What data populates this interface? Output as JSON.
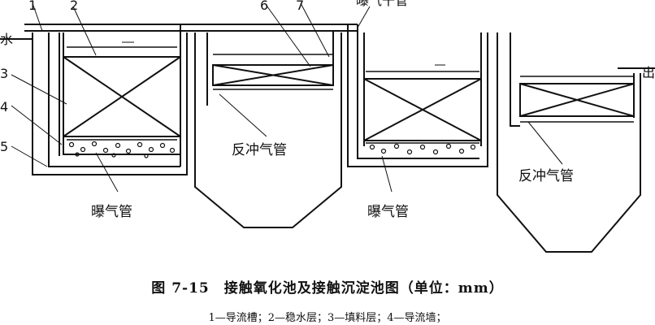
{
  "numbers": [
    "1",
    "2",
    "3",
    "4",
    "5",
    "6",
    "7"
  ],
  "labels": {
    "inlet": "水",
    "outlet": "出",
    "aeration_main_pipe": "曝气干管",
    "backwash_pipe_1": "反冲气管",
    "backwash_pipe_2": "反冲气管",
    "aeration_pipe_1": "曝气管",
    "aeration_pipe_2": "曝气管"
  },
  "caption": "图 7-15　接触氧化池及接触沉淀池图（单位：mm）",
  "legend": "1—导流槽；2—稳水层；3—填料层；4—导流墙；"
}
